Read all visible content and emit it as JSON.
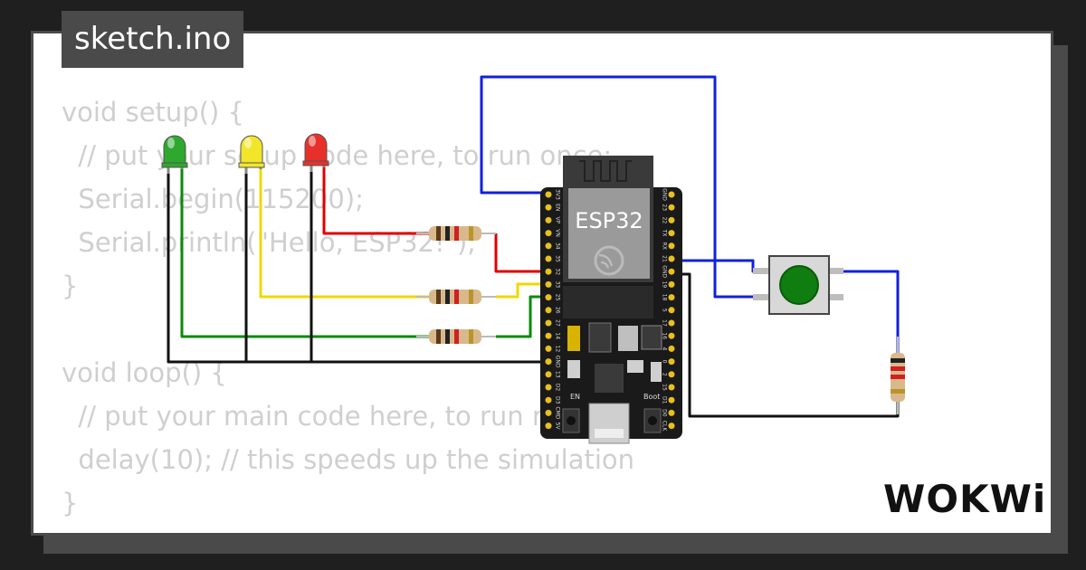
{
  "filename": "sketch.ino",
  "code_lines": [
    "void setup() {",
    "  // put your setup code here, to run once:",
    "  Serial.begin(115200);",
    "  Serial.println(\"Hello, ESP32!\");",
    "}",
    "",
    "void loop() {",
    "  // put your main code here, to run repeatedly:",
    "  delay(10); // this speeds up the simulation",
    "}"
  ],
  "board": {
    "label": "ESP32",
    "left_pins": [
      "3V3",
      "EN",
      "VP",
      "VN",
      "34",
      "35",
      "32",
      "33",
      "25",
      "26",
      "27",
      "14",
      "12",
      "GND",
      "13",
      "D2",
      "D3",
      "CMD",
      "5V"
    ],
    "right_pins": [
      "GND",
      "23",
      "22",
      "TX",
      "RX",
      "21",
      "GND",
      "19",
      "18",
      "5",
      "17",
      "16",
      "4",
      "0",
      "2",
      "15",
      "D1",
      "D0",
      "CLK"
    ],
    "en_label": "EN",
    "boot_label": "Boot"
  },
  "leds": [
    {
      "color_name": "green",
      "color": "#2ea82e"
    },
    {
      "color_name": "yellow",
      "color": "#f2e62a"
    },
    {
      "color_name": "red",
      "color": "#e8302a"
    }
  ],
  "wire_colors": {
    "red": "#e00000",
    "yellow": "#f0d800",
    "green": "#0a8a0a",
    "black": "#111111",
    "blue": "#1020e0"
  },
  "button_color": "#0f7d0f",
  "logo": "WOKWi"
}
